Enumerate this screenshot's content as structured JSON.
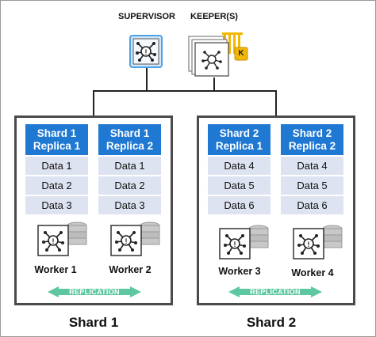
{
  "supervisor": {
    "label": "SUPERVISOR",
    "icon": "network-node-icon"
  },
  "keepers": {
    "label": "KEEPER(S)",
    "badge": "K",
    "icon": "network-node-icon"
  },
  "shards": [
    {
      "title": "Shard 1",
      "replication_label": "REPLICATION",
      "replicas": [
        {
          "header_line1": "Shard 1",
          "header_line2": "Replica 1",
          "data": [
            "Data 1",
            "Data 2",
            "Data 3"
          ],
          "worker": "Worker 1"
        },
        {
          "header_line1": "Shard 1",
          "header_line2": "Replica 2",
          "data": [
            "Data 1",
            "Data 2",
            "Data 3"
          ],
          "worker": "Worker 2"
        }
      ]
    },
    {
      "title": "Shard 2",
      "replication_label": "REPLICATION",
      "replicas": [
        {
          "header_line1": "Shard 2",
          "header_line2": "Replica 1",
          "data": [
            "Data 4",
            "Data 5",
            "Data 6"
          ],
          "worker": "Worker 3"
        },
        {
          "header_line1": "Shard 2",
          "header_line2": "Replica 2",
          "data": [
            "Data 4",
            "Data 5",
            "Data 6"
          ],
          "worker": "Worker 4"
        }
      ]
    }
  ],
  "colors": {
    "header_blue": "#1f78d1",
    "data_cell": "#dde3f0",
    "replication_green": "#5cc7a0",
    "box_border": "#4a4a4a",
    "keeper_badge": "#f2b705"
  }
}
